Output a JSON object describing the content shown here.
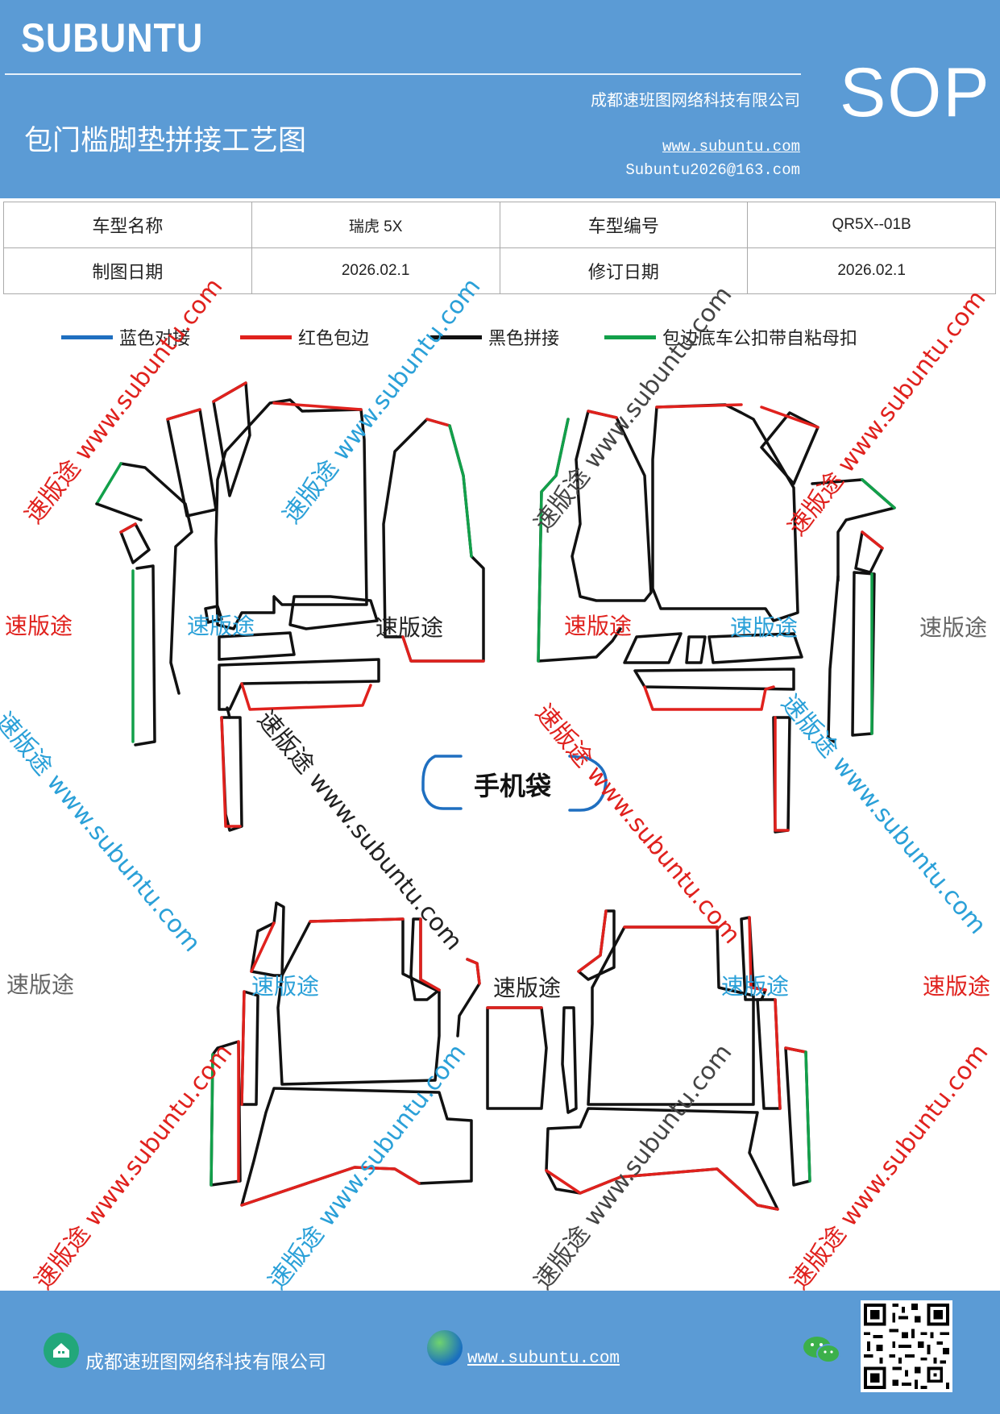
{
  "header": {
    "brand": "SUBUNTU",
    "doc_title": "包门槛脚垫拼接工艺图",
    "company": "成都速班图网络科技有限公司",
    "website": "www.subuntu.com",
    "email": "Subuntu2026@163.com",
    "sop": "SOP"
  },
  "info_table": {
    "row1": {
      "label1": "车型名称",
      "value1": "瑞虎 5X",
      "label2": "车型编号",
      "value2": "QR5X--01B"
    },
    "row2": {
      "label1": "制图日期",
      "value1": "2026.02.1",
      "label2": "修订日期",
      "value2": "2026.02.1"
    }
  },
  "legend": [
    {
      "label": "蓝色对接",
      "color": "#1f6fc0"
    },
    {
      "label": "红色包边",
      "color": "#e0211d"
    },
    {
      "label": "黑色拼接",
      "color": "#111111"
    },
    {
      "label": "包边底车公扣带自粘母扣",
      "color": "#12a04a"
    }
  ],
  "phone_bag_label": "手机袋",
  "watermarks": {
    "diag": "速版途 www.subuntu.com",
    "short": "速版途"
  },
  "footer": {
    "company": "成都速班图网络科技有限公司",
    "website": "www.subuntu.com",
    "home_icon": "home-icon",
    "globe_icon": "globe-icon",
    "wechat_icon": "wechat-icon",
    "qr": "qr-code"
  },
  "colors": {
    "header_bg": "#5b9bd5",
    "blue": "#1f6fc0",
    "red": "#e0211d",
    "black": "#111111",
    "green": "#12a04a"
  }
}
